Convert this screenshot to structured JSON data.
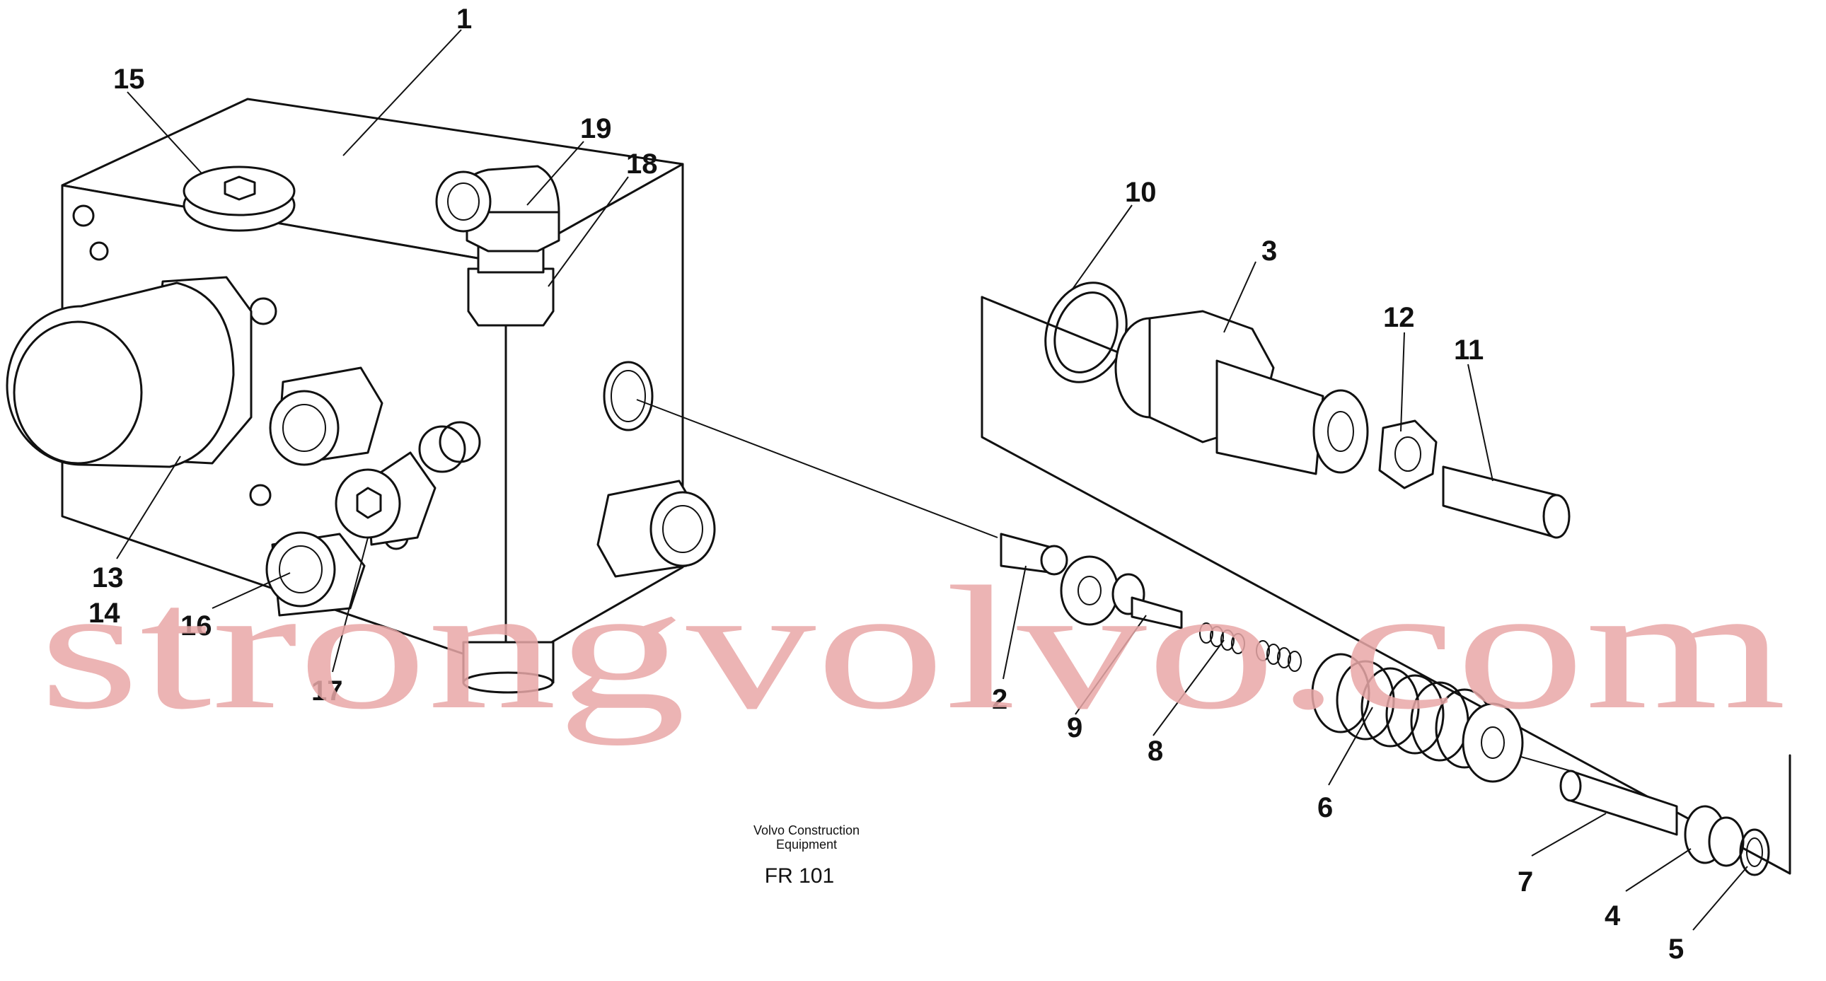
{
  "diagram": {
    "labels": {
      "l1": "1",
      "l2": "2",
      "l3": "3",
      "l4": "4",
      "l5": "5",
      "l6": "6",
      "l7": "7",
      "l8": "8",
      "l9": "9",
      "l10": "10",
      "l11": "11",
      "l12": "12",
      "l13": "13",
      "l14": "14",
      "l15": "15",
      "l16": "16",
      "l17": "17",
      "l18": "18",
      "l19": "19"
    },
    "caption": {
      "line1": "Volvo Construction",
      "line2": "Equipment",
      "code": "FR 101"
    },
    "watermark": "strongvolvo.com"
  }
}
